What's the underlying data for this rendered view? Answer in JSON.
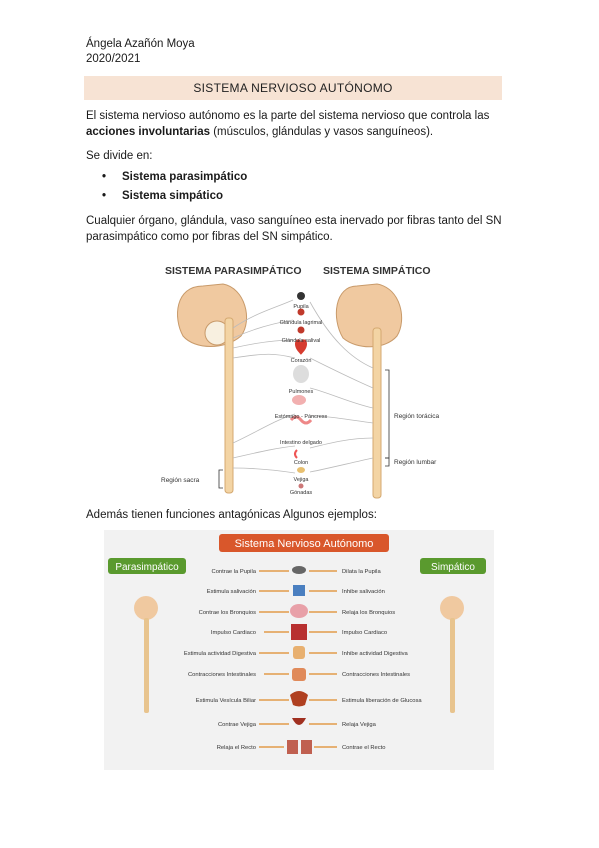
{
  "header": {
    "author": "Ángela Azañón Moya",
    "year": "2020/2021"
  },
  "title": "SISTEMA NERVIOSO AUTÓNOMO",
  "intro": {
    "p1_a": "El sistema nervioso autónomo es la parte del sistema nervioso que controla las",
    "p1_bold": "acciones involuntarias",
    "p1_b": " (músculos, glándulas y vasos sanguíneos).",
    "p2": "Se divide en:",
    "bullets": [
      "Sistema parasimpático",
      "Sistema simpático"
    ],
    "p3_a": "Cualquier órgano, glándula,  vaso sanguíneo esta inervado por fibras tanto del SN",
    "p3_b": "parasimpático como por fibras del SN simpático."
  },
  "diagram1": {
    "left_title": "SISTEMA PARASIMPÁTICO",
    "right_title": "SISTEMA SIMPÁTICO",
    "organs": [
      "Pupila",
      "Glándula lagrimal",
      "Glándula salival",
      "Corazón",
      "Pulmones",
      "Estómago - Páncress",
      "Intestino delgado",
      "Colon",
      "Vejiga",
      "Gónadas"
    ],
    "region_toracica": "Región torácica",
    "region_lumbar": "Región lumbar",
    "region_sacra": "Región sacra"
  },
  "p4": "Además tienen funciones antagónicas  Algunos ejemplos:",
  "diagram2": {
    "title": "Sistema Nervioso Autónomo",
    "left_label": "Parasimpático",
    "right_label": "Simpático",
    "left_items": [
      "Contrae la Pupila",
      "Estimula salivación",
      "Contrae los Bronquios",
      "Impulso Cardiaco",
      "Estimula actividad Digestiva",
      "Contracciones Intestinales",
      "Estimula Vesícula Biliar",
      "Contrae Vejiga",
      "Relaja el Recto"
    ],
    "right_items": [
      "Dilata la Pupila",
      "Inhibe salivación",
      "Relaja los Bronquios",
      "Impulso Cardiaco",
      "Inhibe actividad Digestiva",
      "Contracciones Intestinales",
      "Estimula liberación de Glucosa",
      "Relaja Vejiga",
      "Contrae el Recto"
    ]
  },
  "colors": {
    "title_bg": "#f7e3d4",
    "green_label": "#5a9a2e",
    "title_banner": "#d9572b",
    "nerve": "#e8c48e"
  }
}
